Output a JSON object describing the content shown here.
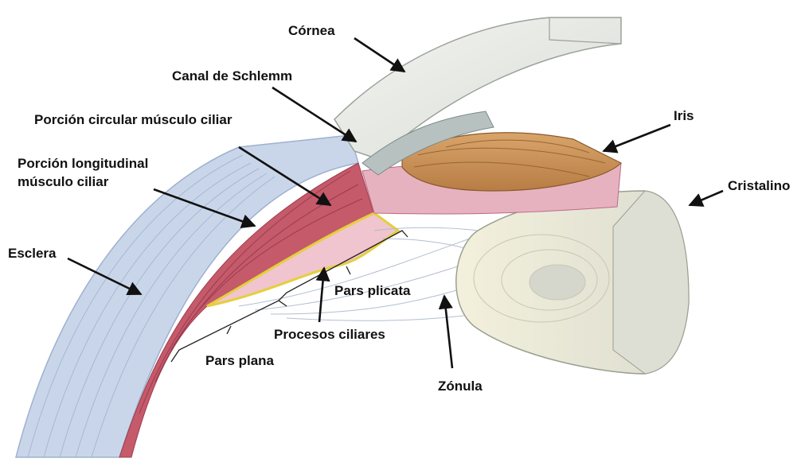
{
  "labels": {
    "cornea": "Córnea",
    "canal_schlemm": "Canal de Schlemm",
    "porcion_circular": "Porción circular músculo ciliar",
    "porcion_longitudinal_1": "Porción longitudinal",
    "porcion_longitudinal_2": "músculo ciliar",
    "iris": "Iris",
    "cristalino": "Cristalino",
    "esclera": "Esclera",
    "pars_plicata": "Pars plicata",
    "procesos_ciliares": "Procesos ciliares",
    "pars_plana": "Pars plana",
    "zonula": "Zónula"
  },
  "colors": {
    "sclera": "#c9d6ea",
    "sclera_line": "#9fb0cf",
    "cornea": "#eceeea",
    "muscle": "#c45a6a",
    "iris": "#c7915a",
    "iris_back": "#e7b2c0",
    "lens": "#ecebd5",
    "zonule": "#d7e0ea",
    "yellow": "#e5cf3c",
    "arrow": "#111111"
  }
}
